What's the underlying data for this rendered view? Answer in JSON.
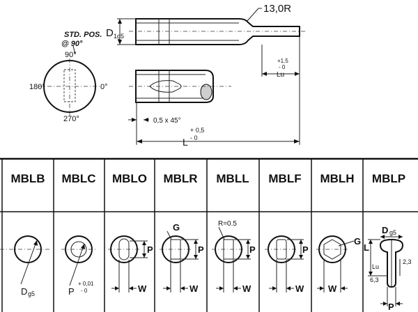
{
  "top": {
    "radius_label": "13,0R",
    "diameter_label": "D",
    "diameter_sub": "1g5",
    "std_pos_line1": "STD. POS.",
    "std_pos_line2": "@ 90°",
    "angle_90": "90°",
    "angle_180": "180°",
    "angle_0": "0°",
    "angle_270": "270°",
    "lu_tol_plus": "+1.5",
    "lu_tol_minus": "- 0",
    "lu_label": "Lu",
    "chamfer_label": "0,5 x 45°",
    "length_label": "L",
    "length_tol_plus": "+ 0,5",
    "length_tol_minus": "- 0"
  },
  "columns": [
    {
      "code": "MBLB"
    },
    {
      "code": "MBLC"
    },
    {
      "code": "MBLO"
    },
    {
      "code": "MBLR"
    },
    {
      "code": "MBLL"
    },
    {
      "code": "MBLF"
    },
    {
      "code": "MBLH"
    },
    {
      "code": "MBLP"
    }
  ],
  "labels": {
    "mblb_d": "D",
    "mblb_d_sub": "g5",
    "mblc_p": "P",
    "mblc_tol_plus": "+ 0,01",
    "mblc_tol_minus": "- 0",
    "p": "P",
    "w": "W",
    "g": "G",
    "r": "R=0.5",
    "mblh_g": "G",
    "mblp_d": "D",
    "mblp_d_sub": "g5",
    "mblp_l": "L",
    "mblp_lu": "Lu",
    "mblp_23": "2,3",
    "mblp_63": "6,3",
    "mblp_p": "P"
  }
}
